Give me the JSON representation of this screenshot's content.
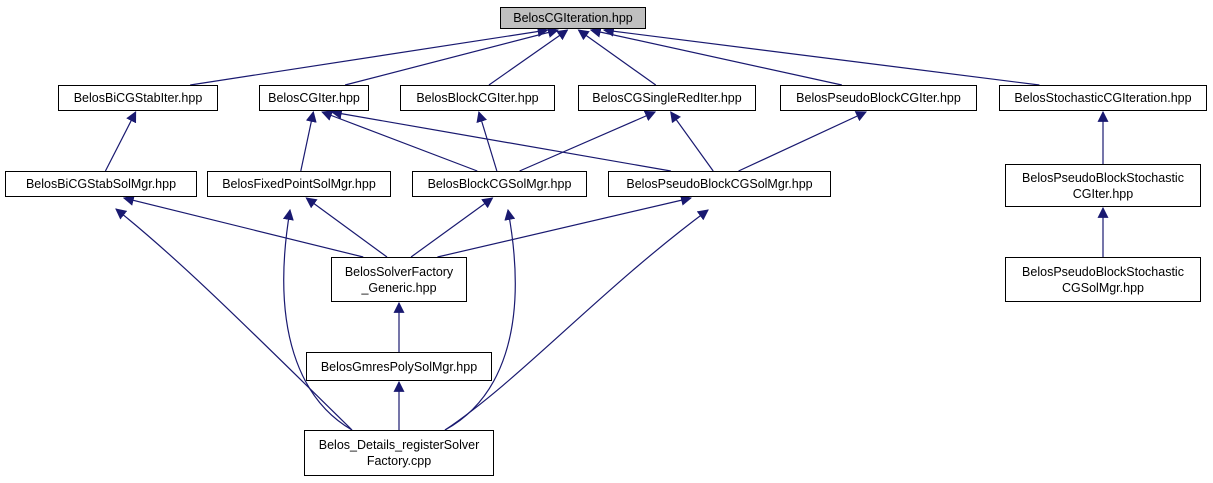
{
  "colors": {
    "edge": "#191970",
    "root_fill": "#bfbfbf",
    "node_fill": "#ffffff",
    "border": "#000000"
  },
  "nodes": {
    "root": "BelosCGIteration.hpp",
    "bicgstab_iter": "BelosBiCGStabIter.hpp",
    "cg_iter": "BelosCGIter.hpp",
    "block_cg_iter": "BelosBlockCGIter.hpp",
    "cg_single_red_iter": "BelosCGSingleRedIter.hpp",
    "pseudo_block_cg_iter": "BelosPseudoBlockCGIter.hpp",
    "stochastic_cg_iteration": "BelosStochasticCGIteration.hpp",
    "bicgstab_solmgr": "BelosBiCGStabSolMgr.hpp",
    "fixed_point_solmgr": "BelosFixedPointSolMgr.hpp",
    "block_cg_solmgr": "BelosBlockCGSolMgr.hpp",
    "pseudo_block_cg_solmgr": "BelosPseudoBlockCGSolMgr.hpp",
    "pseudo_block_stochastic_cg_iter": "BelosPseudoBlockStochastic\nCGIter.hpp",
    "solver_factory_generic": "BelosSolverFactory\n_Generic.hpp",
    "pseudo_block_stochastic_cg_solmgr": "BelosPseudoBlockStochastic\nCGSolMgr.hpp",
    "gmres_poly_solmgr": "BelosGmresPolySolMgr.hpp",
    "details_register_solver_factory": "Belos_Details_registerSolver\nFactory.cpp"
  },
  "edges": [
    [
      "bicgstab_iter",
      "root"
    ],
    [
      "cg_iter",
      "root"
    ],
    [
      "block_cg_iter",
      "root"
    ],
    [
      "cg_single_red_iter",
      "root"
    ],
    [
      "pseudo_block_cg_iter",
      "root"
    ],
    [
      "stochastic_cg_iteration",
      "root"
    ],
    [
      "bicgstab_solmgr",
      "bicgstab_iter"
    ],
    [
      "fixed_point_solmgr",
      "cg_iter"
    ],
    [
      "block_cg_solmgr",
      "cg_iter"
    ],
    [
      "pseudo_block_cg_solmgr",
      "cg_iter"
    ],
    [
      "block_cg_solmgr",
      "block_cg_iter"
    ],
    [
      "block_cg_solmgr",
      "cg_single_red_iter"
    ],
    [
      "pseudo_block_cg_solmgr",
      "cg_single_red_iter"
    ],
    [
      "pseudo_block_cg_solmgr",
      "pseudo_block_cg_iter"
    ],
    [
      "pseudo_block_stochastic_cg_iter",
      "stochastic_cg_iteration"
    ],
    [
      "solver_factory_generic",
      "bicgstab_solmgr"
    ],
    [
      "solver_factory_generic",
      "fixed_point_solmgr"
    ],
    [
      "solver_factory_generic",
      "block_cg_solmgr"
    ],
    [
      "solver_factory_generic",
      "pseudo_block_cg_solmgr"
    ],
    [
      "pseudo_block_stochastic_cg_solmgr",
      "pseudo_block_stochastic_cg_iter"
    ],
    [
      "gmres_poly_solmgr",
      "solver_factory_generic"
    ],
    [
      "details_register_solver_factory",
      "gmres_poly_solmgr"
    ],
    [
      "details_register_solver_factory",
      "bicgstab_solmgr"
    ],
    [
      "details_register_solver_factory",
      "fixed_point_solmgr"
    ],
    [
      "details_register_solver_factory",
      "block_cg_solmgr"
    ],
    [
      "details_register_solver_factory",
      "pseudo_block_cg_solmgr"
    ]
  ]
}
